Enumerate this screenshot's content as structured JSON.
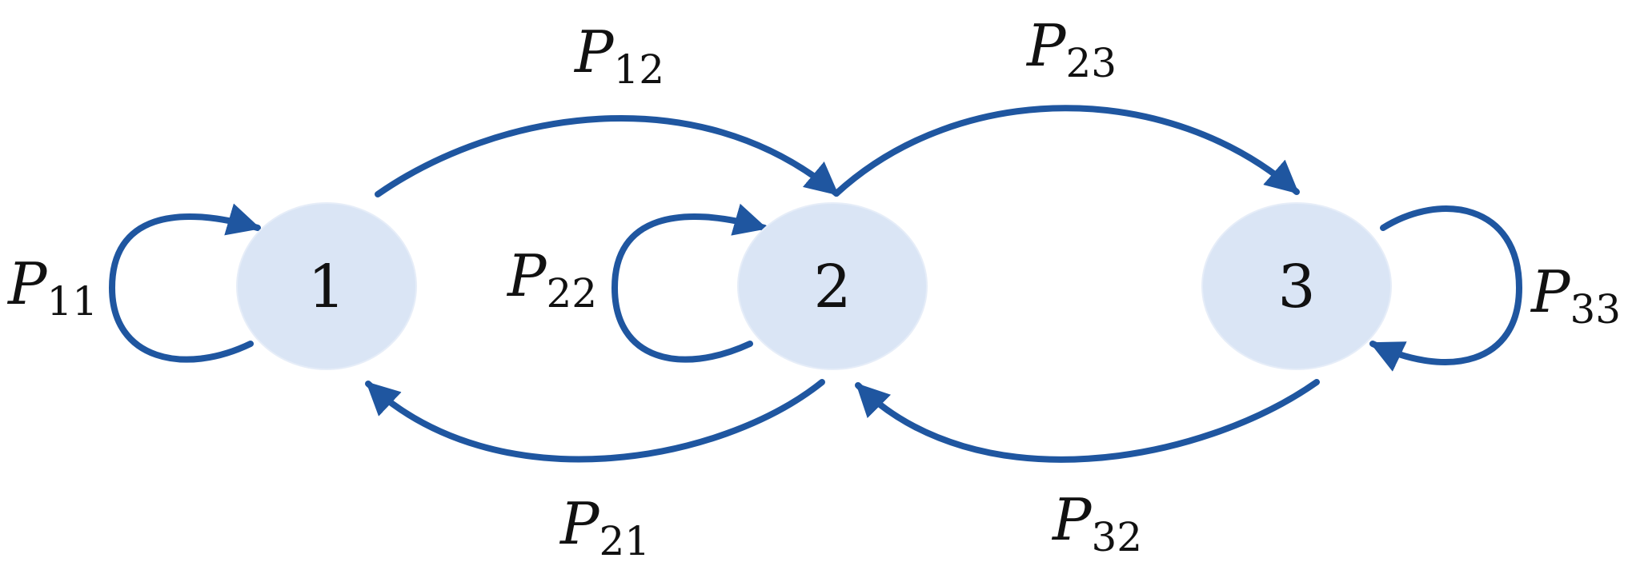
{
  "diagram": {
    "states": [
      {
        "id": "1",
        "label": "1"
      },
      {
        "id": "2",
        "label": "2"
      },
      {
        "id": "3",
        "label": "3"
      }
    ],
    "transitions": [
      {
        "from": "1",
        "to": "1",
        "symbol": "P",
        "subscript": "11"
      },
      {
        "from": "1",
        "to": "2",
        "symbol": "P",
        "subscript": "12"
      },
      {
        "from": "2",
        "to": "1",
        "symbol": "P",
        "subscript": "21"
      },
      {
        "from": "2",
        "to": "2",
        "symbol": "P",
        "subscript": "22"
      },
      {
        "from": "2",
        "to": "3",
        "symbol": "P",
        "subscript": "23"
      },
      {
        "from": "3",
        "to": "2",
        "symbol": "P",
        "subscript": "32"
      },
      {
        "from": "3",
        "to": "3",
        "symbol": "P",
        "subscript": "33"
      }
    ],
    "colors": {
      "edge": "#1f56a0",
      "state_fill": "#dae5f5"
    }
  }
}
